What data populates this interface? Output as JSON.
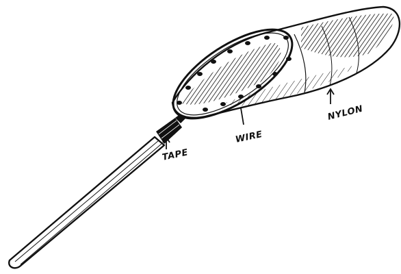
{
  "diagram": {
    "subject": "net",
    "labels": {
      "tape": "TAPE",
      "wire": "WIRE",
      "nylon": "NYLON"
    }
  },
  "colors": {
    "ink": "#111111",
    "paper": "#ffffff"
  }
}
